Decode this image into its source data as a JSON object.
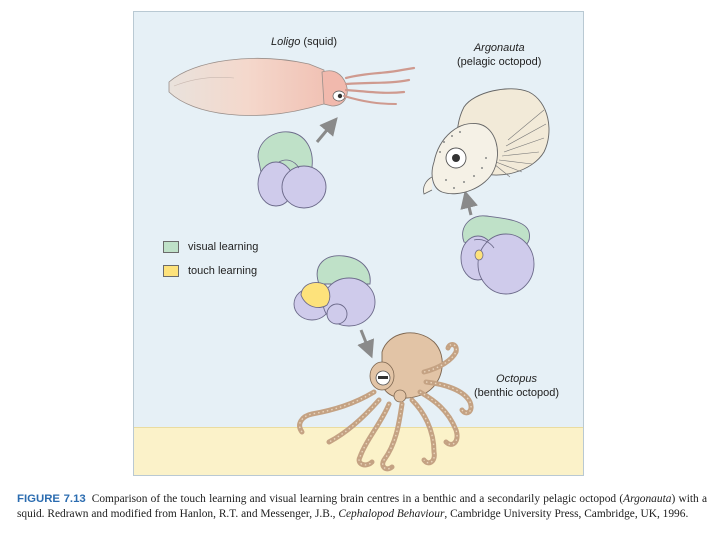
{
  "labels": {
    "loligo_name": "Loligo",
    "loligo_common": "(squid)",
    "argonauta_name": "Argonauta",
    "argonauta_common": "(pelagic octopod)",
    "octopus_name": "Octopus",
    "octopus_common": "(benthic octopod)"
  },
  "legend": [
    {
      "label": "visual learning",
      "color": "#bfe1c8"
    },
    {
      "label": "touch learning",
      "color": "#fde27b"
    }
  ],
  "colors": {
    "brain": "#cfcbeb",
    "brain_outline": "#6c6a8a",
    "visual": "#bfe1c8",
    "touch": "#fde27b",
    "water": "#e6f0f6",
    "seabed": "#fbf2c9",
    "arrow": "#8a8a8a"
  },
  "caption": {
    "figure_label": "FIGURE 7.13",
    "text_1": "Comparison of the touch learning and visual learning brain centres in a benthic and a secondarily pelagic octopod (",
    "text_italic_1": "Argonauta",
    "text_2": ") with a squid. Redrawn and modified from Hanlon, R.T. and Messenger, J.B., ",
    "text_italic_2": "Cephalopod Behaviour",
    "text_3": ", Cambridge University Press, Cambridge, UK, 1996."
  }
}
